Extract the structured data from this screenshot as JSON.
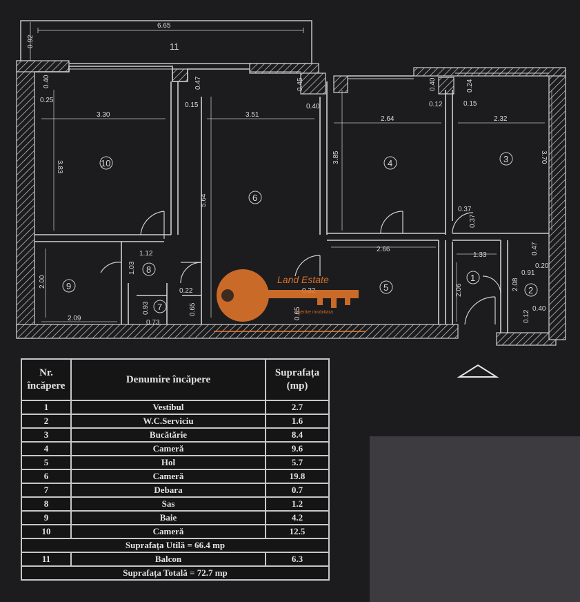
{
  "plan": {
    "balcony_dims": {
      "width": "6.65",
      "depth": "0.92"
    },
    "room_numbers": [
      "1",
      "2",
      "3",
      "4",
      "5",
      "6",
      "7",
      "8",
      "9",
      "10",
      "11"
    ],
    "dimensions": {
      "r10_w": "3.30",
      "r10_h": "3.83",
      "r10_a": "0.40",
      "r10_b": "0.25",
      "r6_w": "3.51",
      "r6_h": "5.64",
      "r6_a": "0.47",
      "r6_b": "0.15",
      "r6_c": "0.45",
      "r6_d": "0.40",
      "r4_w": "2.64",
      "r4_h": "3.85",
      "r4_a": "0.40",
      "r4_b": "0.12",
      "r3_w": "2.32",
      "r3_h": "3.70",
      "r3_a": "0.24",
      "r3_b": "0.15",
      "r3_c": "0.37",
      "r3_d": "0.37",
      "r5_w": "2.66",
      "r5_a": "0.32",
      "r5_b": "0.65",
      "r1_w": "1.33",
      "r1_h": "2.06",
      "r2_a": "0.47",
      "r2_b": "0.91",
      "r2_c": "0.20",
      "r2_h": "2.08",
      "r2_d": "0.40",
      "r2_e": "0.12",
      "r8_w": "1.12",
      "r8_h": "1.03",
      "r8_a": "0.22",
      "r8_b": "0.65",
      "r7_w": "0.73",
      "r7_h": "0.93",
      "r9_w": "2.09",
      "r9_h": "2.00"
    }
  },
  "logo": {
    "name": "Land Estate",
    "tagline": "agentie imobiliara",
    "brand_color": "#e8782a"
  },
  "table": {
    "headers": {
      "nr": "Nr. încăpere",
      "name": "Denumire încăpere",
      "area": "Suprafața (mp)"
    },
    "rows": [
      {
        "nr": "1",
        "name": "Vestibul",
        "area": "2.7"
      },
      {
        "nr": "2",
        "name": "W.C.Serviciu",
        "area": "1.6"
      },
      {
        "nr": "3",
        "name": "Bucătărie",
        "area": "8.4"
      },
      {
        "nr": "4",
        "name": "Cameră",
        "area": "9.6"
      },
      {
        "nr": "5",
        "name": "Hol",
        "area": "5.7"
      },
      {
        "nr": "6",
        "name": "Cameră",
        "area": "19.8"
      },
      {
        "nr": "7",
        "name": "Debara",
        "area": "0.7"
      },
      {
        "nr": "8",
        "name": "Sas",
        "area": "1.2"
      },
      {
        "nr": "9",
        "name": "Baie",
        "area": "4.2"
      },
      {
        "nr": "10",
        "name": "Cameră",
        "area": "12.5"
      }
    ],
    "useful_area": "Suprafața Utilă = 66.4 mp",
    "balcony_row": {
      "nr": "11",
      "name": "Balcon",
      "area": "6.3"
    },
    "total_area": "Suprafața Totală = 72.7 mp"
  },
  "colors": {
    "background": "#1c1c1e",
    "lines": "#d0d0d0",
    "table_bg": "#151515"
  }
}
